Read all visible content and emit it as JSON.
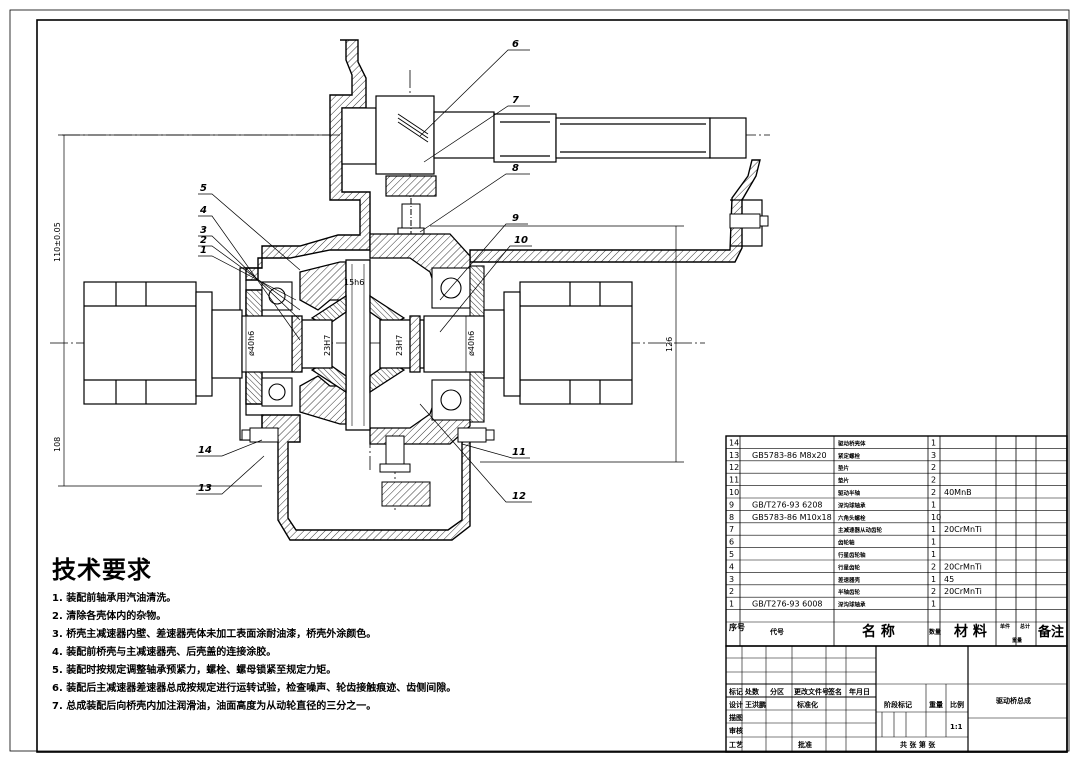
{
  "callouts": [
    "1",
    "2",
    "3",
    "4",
    "5",
    "6",
    "7",
    "8",
    "9",
    "10",
    "11",
    "12",
    "13",
    "14"
  ],
  "dimensions": {
    "height_top": "110±0.05",
    "height_bottom": "108",
    "height_right": "126",
    "diam_left": "ø40h6",
    "diam_right": "ø40h6",
    "gear_bore_left": "23H7",
    "gear_bore_right": "23H7",
    "pin": "15h6"
  },
  "technical_requirements": {
    "title": "技术要求",
    "items": [
      "1. 装配前轴承用汽油清洗。",
      "2. 清除各壳体内的杂物。",
      "3. 桥壳主减速器内壁、差速器壳体未加工表面涂耐油漆，桥壳外涂颜色。",
      "4. 装配前桥壳与主减速器壳、后壳盖的连接涂胶。",
      "5. 装配时按规定调整轴承预紧力，螺栓、螺母锁紧至规定力矩。",
      "6. 装配后主减速器差速器总成按规定进行运转试验，检查噪声、轮齿接触痕迹、齿侧间隙。",
      "7. 总成装配后向桥壳内加注润滑油，油面高度为从动轮直径的三分之一。"
    ]
  },
  "bom": {
    "rows": [
      {
        "no": "14",
        "code": "",
        "name": "驱动桥壳体",
        "qty": "1",
        "material": ""
      },
      {
        "no": "13",
        "code": "GB5783-86  M8x20",
        "name": "紧定螺栓",
        "qty": "3",
        "material": ""
      },
      {
        "no": "12",
        "code": "",
        "name": "垫片",
        "qty": "2",
        "material": ""
      },
      {
        "no": "11",
        "code": "",
        "name": "垫片",
        "qty": "2",
        "material": ""
      },
      {
        "no": "10",
        "code": "",
        "name": "驱动半轴",
        "qty": "2",
        "material": "40MnB"
      },
      {
        "no": "9",
        "code": "GB/T276-93  6208",
        "name": "深沟球轴承",
        "qty": "1",
        "material": ""
      },
      {
        "no": "8",
        "code": "GB5783-86  M10x18",
        "name": "六角头螺栓",
        "qty": "10",
        "material": ""
      },
      {
        "no": "7",
        "code": "",
        "name": "主减速器从动齿轮",
        "qty": "1",
        "material": "20CrMnTi"
      },
      {
        "no": "6",
        "code": "",
        "name": "齿轮轴",
        "qty": "1",
        "material": ""
      },
      {
        "no": "5",
        "code": "",
        "name": "行星齿轮轴",
        "qty": "1",
        "material": ""
      },
      {
        "no": "4",
        "code": "",
        "name": "行星齿轮",
        "qty": "2",
        "material": "20CrMnTi"
      },
      {
        "no": "3",
        "code": "",
        "name": "差速器壳",
        "qty": "1",
        "material": "45"
      },
      {
        "no": "2",
        "code": "",
        "name": "半轴齿轮",
        "qty": "2",
        "material": "20CrMnTi"
      },
      {
        "no": "1",
        "code": "GB/T276-93  6008",
        "name": "深沟球轴承",
        "qty": "1",
        "material": ""
      }
    ],
    "header": {
      "no": "序号",
      "code": "代号",
      "name": "名 称",
      "qty": "数量",
      "material": "材 料",
      "single": "单件",
      "total": "总计",
      "weight": "重量",
      "remark": "备注"
    }
  },
  "title_block": {
    "row_labels": {
      "mark": "标记",
      "count": "处数",
      "zone": "分区",
      "change_doc": "更改文件号",
      "sign": "签名",
      "date": "年月日"
    },
    "designer_label": "设计",
    "designer_name": "王洪鹏",
    "standardize": "标准化",
    "drafting": "描图",
    "review": "审核",
    "process": "工艺",
    "approve": "批准",
    "stage_mark": "阶段标记",
    "weight": "重量",
    "scale": "比例",
    "scale_value": "1:1",
    "sheets": "共 张 第 张",
    "drawing_title": "驱动桥总成"
  }
}
